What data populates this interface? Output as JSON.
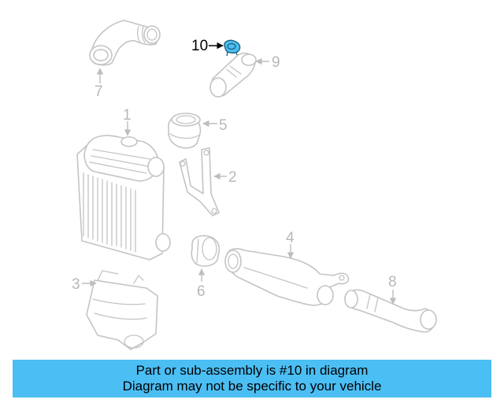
{
  "diagram": {
    "callouts": {
      "c1": "1",
      "c2": "2",
      "c3": "3",
      "c4": "4",
      "c5": "5",
      "c6": "6",
      "c7": "7",
      "c8": "8",
      "c9": "9",
      "c10": "10"
    },
    "highlighted_callout": "10",
    "colors": {
      "highlight_part": "#4bbef3",
      "line_gray": "#c4c4c4",
      "banner": "#4bbef3"
    }
  },
  "banner": {
    "line1": "Part or sub-assembly is #10 in diagram",
    "line2": "Diagram may not be specific to your vehicle"
  }
}
